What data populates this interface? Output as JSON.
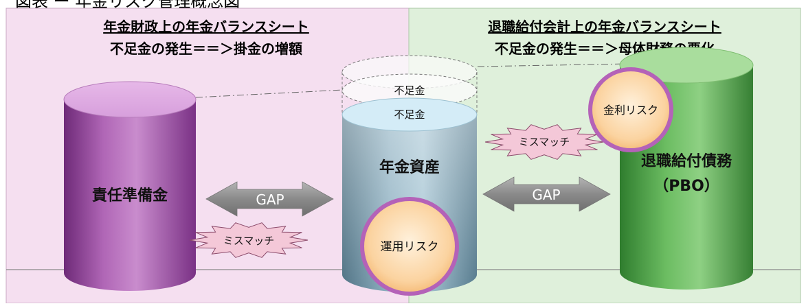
{
  "header": {
    "cutoff_title": "図表 ー 年金リスク管理概念図"
  },
  "left_panel": {
    "title_line1": "年金財政上の年金バランスシート",
    "title_line2": "不足金の発生＝＝＞掛金の増額",
    "liability_label": "責任準備金",
    "gap_label": "GAP",
    "mismatch_label": "ミスマッチ"
  },
  "center": {
    "asset_label": "年金資産",
    "shortfall_upper": "不足金",
    "shortfall_lower": "不足金",
    "investment_risk": "運用リスク"
  },
  "right_panel": {
    "title_line1": "退職給付会計上の年金バランスシート",
    "title_line2": "不足金の発生＝＝＞母体財務の悪化",
    "liability_label_line1": "退職給付債務",
    "liability_label_line2": "（PBO）",
    "gap_label": "GAP",
    "mismatch_label": "ミスマッチ",
    "interest_risk": "金利リスク"
  },
  "colors": {
    "left_bg": "#f4dcef",
    "right_bg": "#dcefd8",
    "left_cylinder": "#a04fa6",
    "center_cylinder": "#7a9fb1",
    "right_cylinder": "#56a84f",
    "risk_circle_fill": "#fbd19a",
    "risk_circle_border": "#b15fb6",
    "gap_arrow": "#8c8c8c",
    "starburst_fill": "#f3c7d6"
  }
}
